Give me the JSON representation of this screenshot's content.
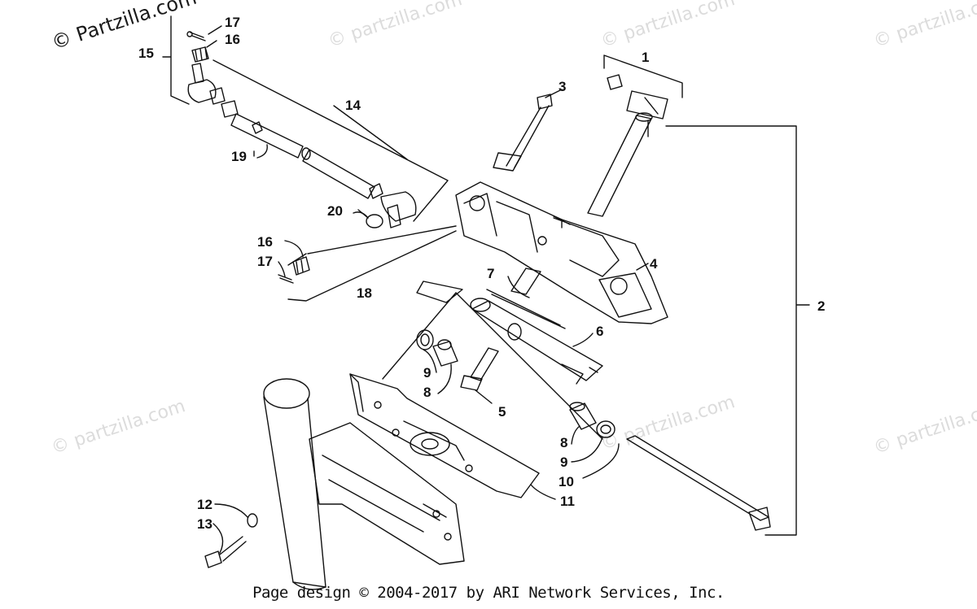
{
  "watermark": {
    "primary": "© Partzilla.com",
    "repeat": "© partzilla.com"
  },
  "callouts": {
    "c1": "1",
    "c2": "2",
    "c3": "3",
    "c4": "4",
    "c5": "5",
    "c6": "6",
    "c7": "7",
    "c8a": "8",
    "c8b": "8",
    "c9a": "9",
    "c9b": "9",
    "c10": "10",
    "c11": "11",
    "c12": "12",
    "c13": "13",
    "c14": "14",
    "c15": "15",
    "c16a": "16",
    "c16b": "16",
    "c17a": "17",
    "c17b": "17",
    "c18": "18",
    "c19": "19",
    "c20": "20"
  },
  "footer": "Page design © 2004-2017 by ARI Network Services, Inc."
}
